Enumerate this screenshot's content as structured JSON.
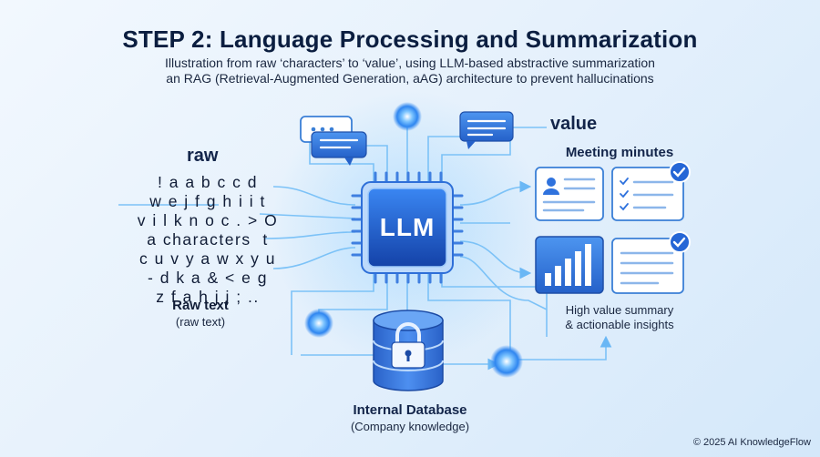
{
  "header": {
    "title": "STEP 2: Language Processing and Summarization",
    "subtitle_line1": "Illustration from raw ‘characters’ to ‘value’, using LLM-based abstractive summarization",
    "subtitle_line2": "an RAG (Retrieval-Augmented Generation, aAG) architecture to prevent hallucinations"
  },
  "raw": {
    "heading": "raw",
    "characters": "! a a b c c d\nw e j f g h i i t\nv i l k n o c . > O\na characters  t\nc u v y a w x y u\n- d k a & < e g\nz f a h j j ; ..",
    "label": "Raw text",
    "sublabel": "(raw text)"
  },
  "core": {
    "label": "LLM"
  },
  "value": {
    "heading": "value",
    "minutes_label": "Meeting minutes",
    "summary_label_line1": "High value summary",
    "summary_label_line2": "& actionable insights"
  },
  "database": {
    "label": "Internal Database",
    "sublabel": "(Company knowledge)"
  },
  "footer": {
    "copyright": "© 2025 AI KnowledgeFlow"
  },
  "colors": {
    "chip_blue": "#1f5fd0",
    "line_blue": "#6ab7f5",
    "node_glow": "#4aa8ff",
    "card_border": "#3a7fd6"
  }
}
